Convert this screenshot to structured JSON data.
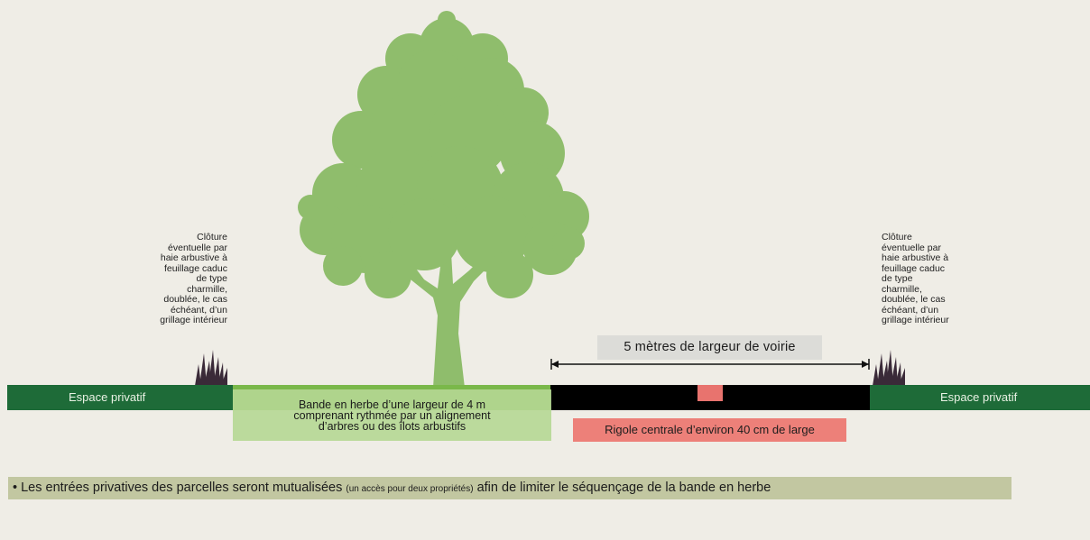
{
  "fence_note": "Clôture\néventuelle par\nhaie arbustive à\nfeuillage caduc\nde type\ncharmille,\ndoublée, le cas\néchéant, d’un\ngrillage intérieur",
  "private_space_label": "Espace privatif",
  "grass_band_text": "Bande en herbe d’une largeur de 4 m\ncomprenant rythmée par un alignement\nd’arbres ou des îlots arbustifs",
  "road_width_label": "5 mètres de largeur de voirie",
  "gutter_label": "Rigole centrale d’environ 40 cm de large",
  "bottom_note": {
    "bullet": "•",
    "part1": "Les entrées privatives des parcelles seront mutualisées",
    "small": "(un accès pour deux propriétés)",
    "part2": "afin de limiter le séquençage de la bande en herbe"
  },
  "colors": {
    "background": "#efede6",
    "private_strip": "#1e6b38",
    "grass_strip": "#7ab84a",
    "grass_band": "#b5d794",
    "road": "#000000",
    "gutter": "#ed8079",
    "tree": "#8fbd6c",
    "hedge": "#3a2a38",
    "note_bar": "#c2c7a1",
    "width_box": "#dcdcd8"
  },
  "icons": {
    "tree": "tree-icon",
    "hedge": "grass-tuft-icon"
  }
}
